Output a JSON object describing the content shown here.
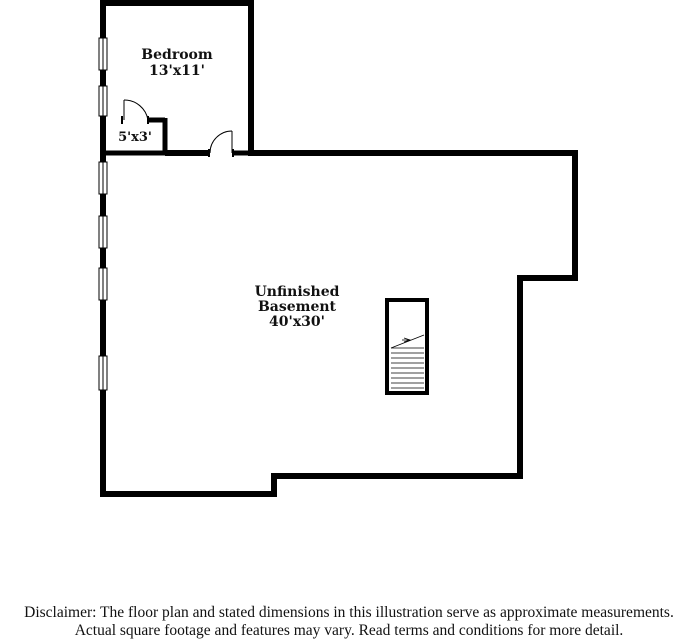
{
  "rooms": {
    "bedroom": {
      "name": "Bedroom",
      "dimensions": "13'x11'"
    },
    "closet": {
      "dimensions": "5'x3'"
    },
    "basement": {
      "name_line1": "Unfinished",
      "name_line2": "Basement",
      "dimensions": "40'x30'"
    }
  },
  "disclaimer": {
    "line1": "Disclaimer: The floor plan and stated dimensions in this illustration serve as approximate measurements.",
    "line2": "Actual square footage and features may vary. Read terms and conditions for more detail."
  }
}
